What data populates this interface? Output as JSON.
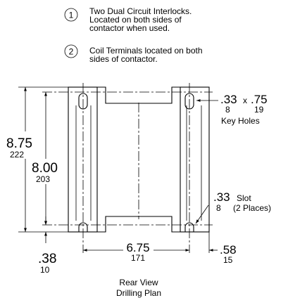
{
  "notes": [
    {
      "num": "1",
      "lines": [
        "Two Dual Circuit Interlocks.",
        "Located on both sides of",
        "contactor when used."
      ]
    },
    {
      "num": "2",
      "lines": [
        "Coil Terminals located on both",
        "sides of contactor."
      ]
    }
  ],
  "dimensions": {
    "overall_height": {
      "in": "8.75",
      "mm": "222"
    },
    "hole_spacing_v": {
      "in": "8.00",
      "mm": "203"
    },
    "bottom_offset": {
      "in": ".38",
      "mm": "10"
    },
    "hole_spacing_h": {
      "in": "6.75",
      "mm": "171"
    },
    "side_offset": {
      "in": ".58",
      "mm": "15"
    },
    "key_hole": {
      "w_in": ".33",
      "x": "x",
      "h_in": ".75",
      "w_mm": "8",
      "h_mm": "19",
      "label": "Key Holes"
    },
    "slot": {
      "in": ".33",
      "label": "Slot",
      "mm": "8",
      "places": "(2 Places)"
    }
  },
  "caption": [
    "Rear View",
    "Drilling Plan"
  ]
}
